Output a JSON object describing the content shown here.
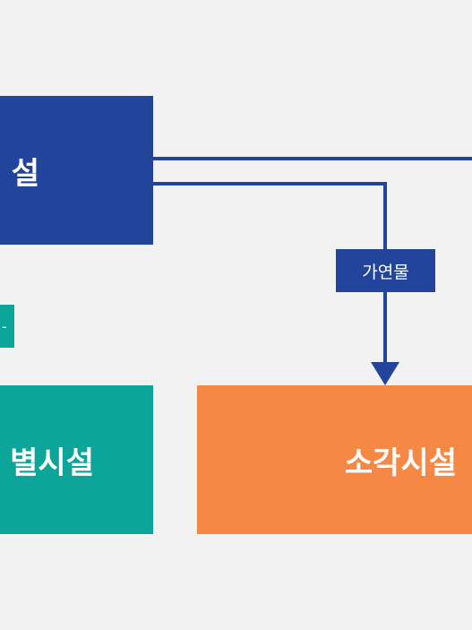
{
  "nodes": {
    "top": {
      "label": "설",
      "color": "#22449a"
    },
    "left": {
      "label": "별시설",
      "color": "#0ba59a"
    },
    "right": {
      "label": "소각시설",
      "color": "#f68845"
    }
  },
  "edge_labels": {
    "combustible": "가연물",
    "left_partial": "-"
  },
  "colors": {
    "background": "#f2f2f2",
    "line": "#22449a"
  }
}
